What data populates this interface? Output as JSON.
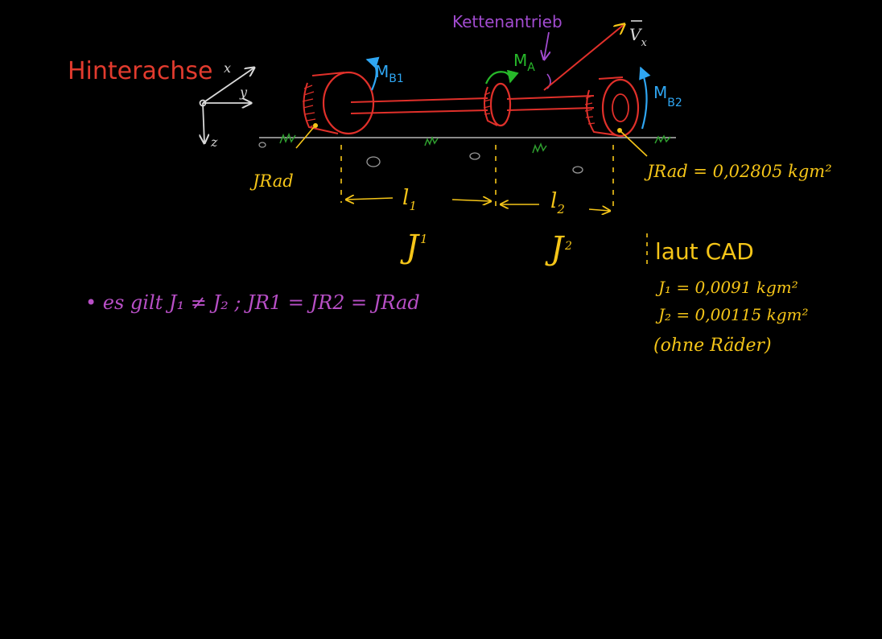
{
  "labels": {
    "title": "Hinterachse",
    "chain_drive": "Kettenantrieb",
    "velocity": "V",
    "velocity_sub": "x",
    "axis_x": "x",
    "axis_y": "y",
    "axis_z": "z",
    "moment_a": "M",
    "moment_a_sub": "A",
    "moment_b1": "M",
    "moment_b1_sub": "B1",
    "moment_b2": "M",
    "moment_b2_sub": "B2",
    "j_rad_left": "JRad",
    "j_rad_right": "JRad = 0,02805 kgm²",
    "l1": "l",
    "l1_sub": "1",
    "l2": "l",
    "l2_sub": "2",
    "j1": "J",
    "j1_sub": "1",
    "j2": "J",
    "j2_sub": "2",
    "cad_title": "laut CAD",
    "cad_j1": "J₁ = 0,0091 kgm²",
    "cad_j2": "J₂ = 0,00115 kgm²",
    "cad_note": "(ohne Räder)",
    "statement": "• es gilt  J₁ ≠ J₂  ; JR1 = JR2 = JRad"
  },
  "colors": {
    "background": "#000000",
    "title": "#e23b2e",
    "axes": "#d9d9d9",
    "wheel": "#e0302a",
    "moment_b": "#2fa6f2",
    "moment_a": "#27b82a",
    "chain": "#a24bd0",
    "dims": "#f5c518",
    "j_values": "#f5c518",
    "statement": "#b84fc6",
    "ground": "#c9c9c9",
    "grass": "#2e9e2e"
  }
}
